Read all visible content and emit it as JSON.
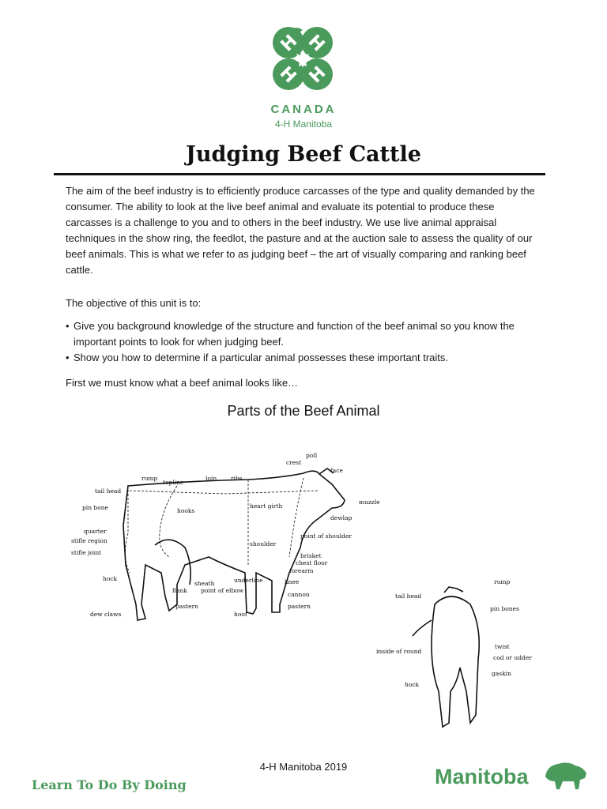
{
  "header": {
    "logo_icon": "4-h-clover-icon",
    "logo_country": "CANADA",
    "logo_org": "4-H Manitoba",
    "brand_color": "#4a9a5c"
  },
  "title": "Judging Beef Cattle",
  "intro": "The aim of the beef industry is to efficiently produce carcasses of the type and quality demanded by the consumer.  The ability to look at the live beef animal and evaluate its potential to produce these carcasses is a challenge to you and to others in the beef industry.  We use live animal appraisal techniques in the show ring, the feedlot, the pasture and at the auction sale to assess the quality of our beef animals.  This is what we refer to as judging beef – the art of visually comparing and ranking beef cattle.",
  "objective_intro": "The objective of this unit is to:",
  "objectives": [
    "Give you background knowledge of the structure and function of the beef animal so you know the important points to look for when judging beef.",
    "Show you how to determine if a particular animal possesses these important traits."
  ],
  "transition": "First we must know what a beef animal looks like…",
  "diagram": {
    "title": "Parts of the Beef Animal",
    "side_labels": [
      "poll",
      "crest",
      "face",
      "rump",
      "loin",
      "ribs",
      "topline",
      "tail head",
      "pin bone",
      "hooks",
      "heart girth",
      "muzzle",
      "dewlap",
      "quarter",
      "point of shoulder",
      "stifle region",
      "shoulder",
      "stifle joint",
      "brisket",
      "chest floor",
      "forearm",
      "hock",
      "underline",
      "knee",
      "sheath",
      "flank",
      "point of elbow",
      "cannon",
      "pastern",
      "pastern",
      "dew claws",
      "hoof"
    ],
    "rear_labels": [
      "rump",
      "tail head",
      "pin bones",
      "twist",
      "inside of round",
      "cod or udder",
      "gaskin",
      "hock"
    ]
  },
  "footer": {
    "center": "4-H Manitoba 2019",
    "motto": "Learn To Do By Doing",
    "province": "Manitoba",
    "province_icon": "bison-icon"
  }
}
